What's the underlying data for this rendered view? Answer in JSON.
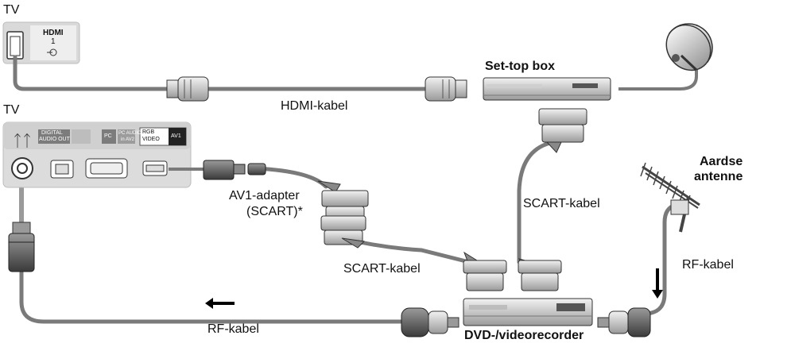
{
  "labels": {
    "tv_top": "TV",
    "tv_bottom": "TV",
    "hdmi_port_line1": "HDMI",
    "hdmi_port_line2": "1",
    "hdmi_cable": "HDMI-kabel",
    "settop_box": "Set-top box",
    "aardse_line1": "Aardse",
    "aardse_line2": "antenne",
    "av1_line1": "AV1-adapter",
    "av1_line2": "(SCART)*",
    "scart_cable_right": "SCART-kabel",
    "scart_cable_middle": "SCART-kabel",
    "rf_cable_right": "RF-kabel",
    "rf_cable_bottom": "RF-kabel",
    "recorder": "DVD-/videorecorder"
  },
  "panel": {
    "digital_line1": "DIGITAL",
    "digital_line2": "AUDIO OUT",
    "pc": "PC",
    "pc_audio_line1": "PC AUDIO",
    "pc_audio_line2": "in AV2",
    "rgb": "RGB",
    "video": "VIDEO",
    "av1": "AV1"
  },
  "colors": {
    "cable": "#7a7a7a",
    "panel": "#dcdcdc",
    "device": "#e6e6e6",
    "label_dark": "#5a5a5a"
  }
}
